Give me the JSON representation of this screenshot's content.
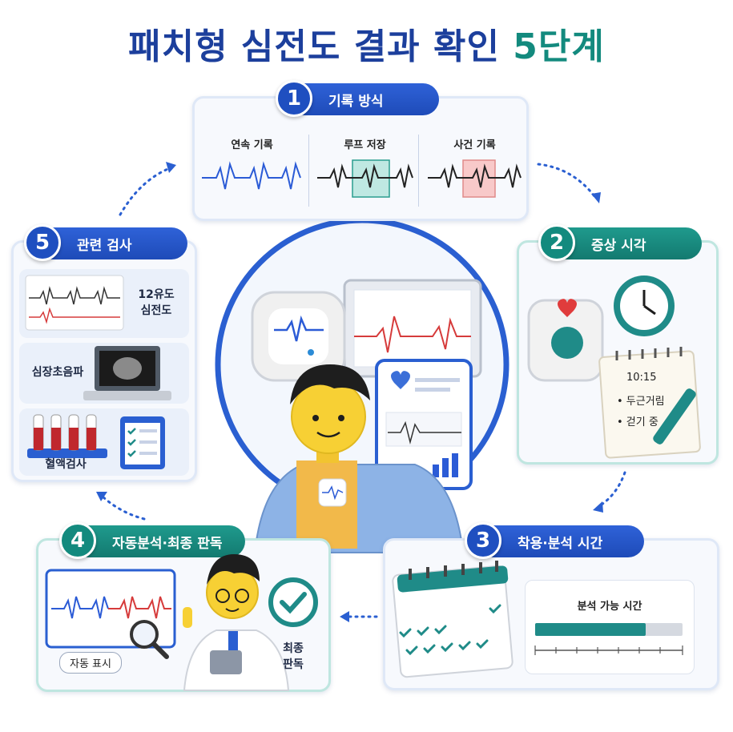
{
  "title": {
    "main": "패치형 심전도 결과 확인 ",
    "accent": "5단계"
  },
  "steps": [
    {
      "number": "1",
      "label": "기록 방식",
      "modes": [
        "연속 기록",
        "루프 저장",
        "사건 기록"
      ]
    },
    {
      "number": "2",
      "label": "증상 시각",
      "notes": [
        "10:15",
        "• 두근거림",
        "• 걷기 중"
      ]
    },
    {
      "number": "3",
      "label": "착용·분석 시간",
      "analysis_label": "분석 가능 시간",
      "analysis_progress": 0.75
    },
    {
      "number": "4",
      "label": "자동분석·최종 판독",
      "auto_tag": "자동 표시",
      "final_label": "최종\n판독"
    },
    {
      "number": "5",
      "label": "관련 검사",
      "tests": [
        "12유도\n심전도",
        "심장초음파",
        "혈액검사"
      ]
    }
  ],
  "colors": {
    "blue": "#1f4fc0",
    "teal": "#138a7e",
    "ecg_blue": "#2b5bd6",
    "ecg_red": "#d63b3b"
  }
}
